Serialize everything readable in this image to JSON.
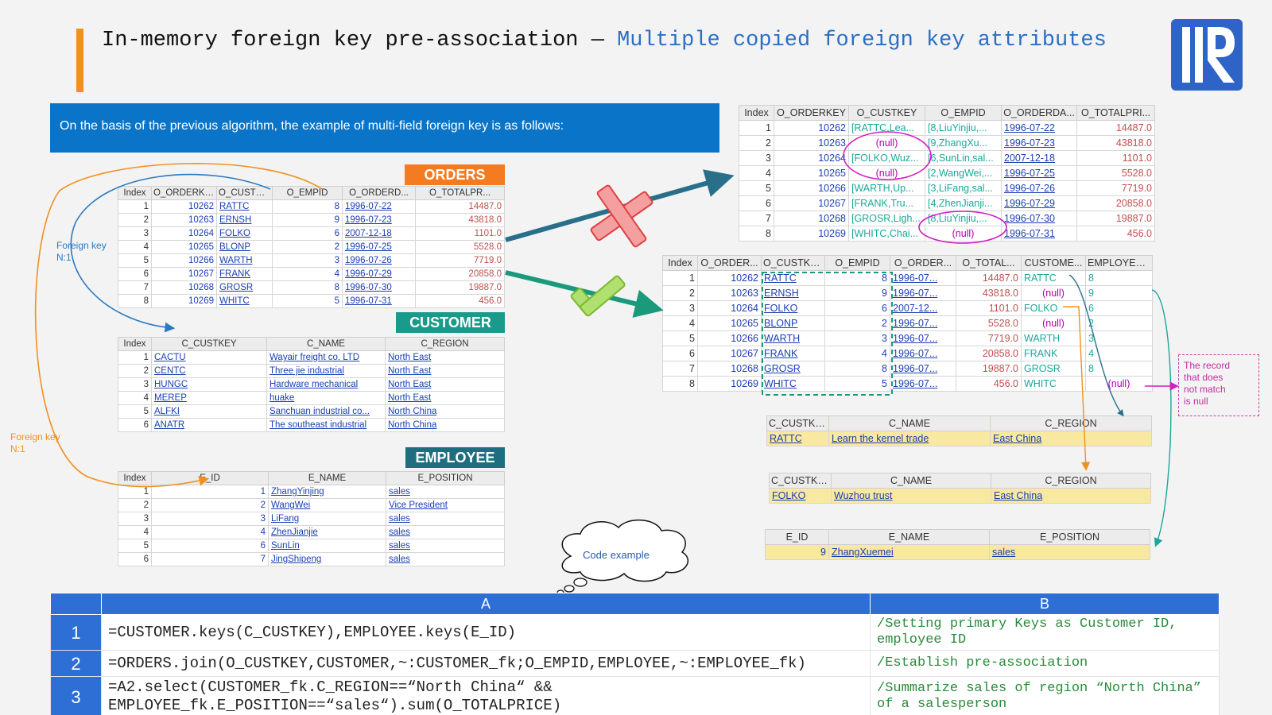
{
  "title": {
    "part1": "In-memory foreign key pre-association — ",
    "part2": "Multiple copied foreign key attributes"
  },
  "banner_text": "On the basis of the previous algorithm, the example of multi-field foreign key is as follows:",
  "tags": {
    "orders": "ORDERS",
    "customer": "CUSTOMER",
    "employee": "EMPLOYEE"
  },
  "labels": {
    "fk1_line1": "Foreign key",
    "fk1_line2": "N:1",
    "fk2_line1": "Foreign key",
    "fk2_line2": "N:1",
    "cloud": "Code example",
    "note_line1": "The record",
    "note_line2": "that does",
    "note_line3": "not match",
    "note_line4": "is null"
  },
  "orders": {
    "headers": [
      "Index",
      "O_ORDERKEY",
      "O_CUSTKEY",
      "O_EMPID",
      "O_ORDERD...",
      "O_TOTALPR..."
    ],
    "rows": [
      [
        "1",
        "10262",
        "RATTC",
        "8",
        "1996-07-22",
        "14487.0"
      ],
      [
        "2",
        "10263",
        "ERNSH",
        "9",
        "1996-07-23",
        "43818.0"
      ],
      [
        "3",
        "10264",
        "FOLKO",
        "6",
        "2007-12-18",
        "1101.0"
      ],
      [
        "4",
        "10265",
        "BLONP",
        "2",
        "1996-07-25",
        "5528.0"
      ],
      [
        "5",
        "10266",
        "WARTH",
        "3",
        "1996-07-26",
        "7719.0"
      ],
      [
        "6",
        "10267",
        "FRANK",
        "4",
        "1996-07-29",
        "20858.0"
      ],
      [
        "7",
        "10268",
        "GROSR",
        "8",
        "1996-07-30",
        "19887.0"
      ],
      [
        "8",
        "10269",
        "WHITC",
        "5",
        "1996-07-31",
        "456.0"
      ]
    ]
  },
  "customer": {
    "headers": [
      "Index",
      "C_CUSTKEY",
      "C_NAME",
      "C_REGION"
    ],
    "rows": [
      [
        "1",
        "CACTU",
        "Wayair freight co. LTD",
        "North East"
      ],
      [
        "2",
        "CENTC",
        "Three jie industrial",
        "North East"
      ],
      [
        "3",
        "HUNGC",
        "Hardware mechanical",
        "North East"
      ],
      [
        "4",
        "MEREP",
        "huake",
        "North East"
      ],
      [
        "5",
        "ALFKI",
        "Sanchuan industrial co...",
        "North China"
      ],
      [
        "6",
        "ANATR",
        "The southeast industrial",
        "North China"
      ]
    ]
  },
  "employee": {
    "headers": [
      "Index",
      "E_ID",
      "E_NAME",
      "E_POSITION"
    ],
    "rows": [
      [
        "1",
        "1",
        "ZhangYinjing",
        "sales"
      ],
      [
        "2",
        "2",
        "WangWei",
        "Vice President"
      ],
      [
        "3",
        "3",
        "LiFang",
        "sales"
      ],
      [
        "4",
        "4",
        "ZhenJianjie",
        "sales"
      ],
      [
        "5",
        "6",
        "SunLin",
        "sales"
      ],
      [
        "6",
        "7",
        "JingShipeng",
        "sales"
      ]
    ]
  },
  "wrong_result": {
    "headers": [
      "Index",
      "O_ORDERKEY",
      "O_CUSTKEY",
      "O_EMPID",
      "O_ORDERDA...",
      "O_TOTALPRI..."
    ],
    "rows": [
      [
        "1",
        "10262",
        "[RATTC,Lea...",
        "[8,LiuYinjiu,...",
        "1996-07-22",
        "14487.0"
      ],
      [
        "2",
        "10263",
        "(null)",
        "[9,ZhangXu...",
        "1996-07-23",
        "43818.0"
      ],
      [
        "3",
        "10264",
        "[FOLKO,Wuz...",
        "[6,SunLin,sal...",
        "2007-12-18",
        "1101.0"
      ],
      [
        "4",
        "10265",
        "(null)",
        "[2,WangWei,...",
        "1996-07-25",
        "5528.0"
      ],
      [
        "5",
        "10266",
        "[WARTH,Up...",
        "[3,LiFang,sal...",
        "1996-07-26",
        "7719.0"
      ],
      [
        "6",
        "10267",
        "[FRANK,Tru...",
        "[4,ZhenJianji...",
        "1996-07-29",
        "20858.0"
      ],
      [
        "7",
        "10268",
        "[GROSR,Ligh...",
        "[8,LiuYinjiu,...",
        "1996-07-30",
        "19887.0"
      ],
      [
        "8",
        "10269",
        "[WHITC,Chai...",
        "(null)",
        "1996-07-31",
        "456.0"
      ]
    ]
  },
  "right_result": {
    "headers": [
      "Index",
      "O_ORDER...",
      "O_CUSTKEY",
      "O_EMPID",
      "O_ORDER...",
      "O_TOTAL...",
      "CUSTOME...",
      "EMPLOYEE..."
    ],
    "rows": [
      [
        "1",
        "10262",
        "RATTC",
        "8",
        "1996-07...",
        "14487.0",
        "RATTC",
        "8"
      ],
      [
        "2",
        "10263",
        "ERNSH",
        "9",
        "1996-07...",
        "43818.0",
        "(null)",
        "9"
      ],
      [
        "3",
        "10264",
        "FOLKO",
        "6",
        "2007-12...",
        "1101.0",
        "FOLKO",
        "6"
      ],
      [
        "4",
        "10265",
        "BLONP",
        "2",
        "1996-07...",
        "5528.0",
        "(null)",
        "2"
      ],
      [
        "5",
        "10266",
        "WARTH",
        "3",
        "1996-07...",
        "7719.0",
        "WARTH",
        "3"
      ],
      [
        "6",
        "10267",
        "FRANK",
        "4",
        "1996-07...",
        "20858.0",
        "FRANK",
        "4"
      ],
      [
        "7",
        "10268",
        "GROSR",
        "8",
        "1996-07...",
        "19887.0",
        "GROSR",
        "8"
      ],
      [
        "8",
        "10269",
        "WHITC",
        "5",
        "1996-07...",
        "456.0",
        "WHITC",
        "(null)"
      ]
    ]
  },
  "detail_cust1": {
    "headers": [
      "C_CUSTKEY",
      "C_NAME",
      "C_REGION"
    ],
    "row": [
      "RATTC",
      "Learn the kernel trade",
      "East China"
    ]
  },
  "detail_cust2": {
    "headers": [
      "C_CUSTKEY",
      "C_NAME",
      "C_REGION"
    ],
    "row": [
      "FOLKO",
      "Wuzhou trust",
      "East China"
    ]
  },
  "detail_emp": {
    "headers": [
      "E_ID",
      "E_NAME",
      "E_POSITION"
    ],
    "row": [
      "9",
      "ZhangXuemei",
      "sales"
    ]
  },
  "code": {
    "col_a": "A",
    "col_b": "B",
    "rows": [
      {
        "n": "1",
        "a": "=CUSTOMER.keys(C_CUSTKEY),EMPLOYEE.keys(E_ID)",
        "b": "/Setting primary Keys as Customer ID, employee ID"
      },
      {
        "n": "2",
        "a": "=ORDERS.join(O_CUSTKEY,CUSTOMER,~:CUSTOMER_fk;O_EMPID,EMPLOYEE,~:EMPLOYEE_fk)",
        "b": "/Establish pre-association"
      },
      {
        "n": "3",
        "a": "=A2.select(CUSTOMER_fk.C_REGION==“North China“ && EMPLOYEE_fk.E_POSITION==“sales“).sum(O_TOTALPRICE)",
        "b": "/Summarize sales of region “North China” of a salesperson"
      }
    ]
  },
  "colors": {
    "accent_orange": "#f0901e",
    "banner_blue": "#0a74c8",
    "orders_tag": "#f47b20",
    "customer_tag": "#1a9a8a",
    "employee_tag": "#1f6e80",
    "code_header": "#2e6fd6"
  },
  "icons": [
    "logo-icon",
    "cross-icon",
    "check-icon",
    "cloud-icon"
  ]
}
